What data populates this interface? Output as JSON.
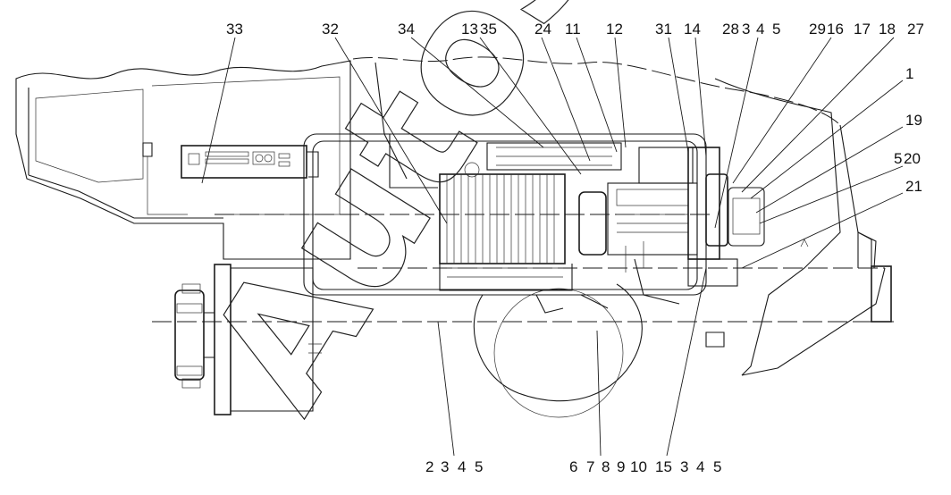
{
  "diagram": {
    "callouts_top": [
      "33",
      "32",
      "34",
      "13",
      "35",
      "24",
      "11",
      "12",
      "31",
      "14",
      "28",
      "3",
      "4",
      "5",
      "29",
      "16",
      "17",
      "18",
      "27"
    ],
    "callouts_right": [
      "1",
      "19",
      "5",
      "20",
      "21"
    ],
    "callouts_bottom": [
      "2",
      "3",
      "4",
      "5",
      "6",
      "7",
      "8",
      "9",
      "10",
      "15",
      "3",
      "4",
      "5"
    ],
    "watermark": "AutoSoft"
  }
}
